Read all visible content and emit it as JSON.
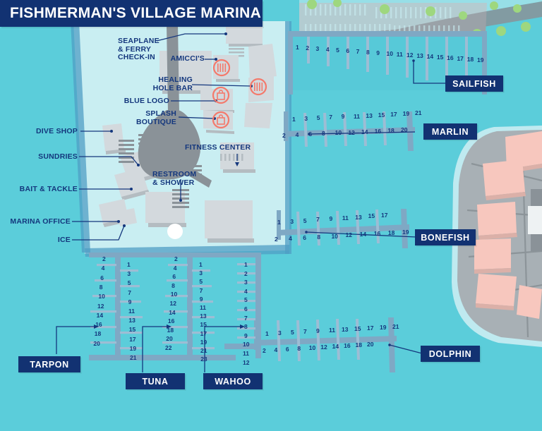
{
  "header": {
    "title": "FISHMERMAN'S VILLAGE MARINA"
  },
  "colors": {
    "navy": "#123272",
    "water": "#5bcdda",
    "basin": "#57c9d8",
    "land": "#c9eef2",
    "building": "#d3d9dd",
    "plaza": "#8c9499",
    "island": "#a8b0b5",
    "island_building": "#f7c7be",
    "icon_coral": "#f4796b",
    "label_text": "#14377d"
  },
  "poi_labels": [
    {
      "name": "seaplane-ferry-checkin",
      "text": "SEAPLANE\n& FERRY\nCHECK-IN"
    },
    {
      "name": "amiccis",
      "text": "AMICCI'S"
    },
    {
      "name": "healing-hole-bar",
      "text": "HEALING\nHOLE BAR"
    },
    {
      "name": "blue-logo",
      "text": "BLUE LOGO"
    },
    {
      "name": "splash-boutique",
      "text": "SPLASH\nBOUTIQUE"
    },
    {
      "name": "fitness-center",
      "text": "FITNESS CENTER"
    },
    {
      "name": "restroom-shower",
      "text": "RESTROOM\n& SHOWER"
    },
    {
      "name": "dive-shop",
      "text": "DIVE SHOP"
    },
    {
      "name": "sundries",
      "text": "SUNDRIES"
    },
    {
      "name": "bait-tackle",
      "text": "BAIT & TACKLE"
    },
    {
      "name": "marina-office",
      "text": "MARINA OFFICE"
    },
    {
      "name": "ice",
      "text": "ICE"
    }
  ],
  "poi": {
    "seaplane": "SEAPLANE",
    "ferry": "& FERRY",
    "checkin": "CHECK-IN",
    "amiccis": "AMICCI'S",
    "healing": "HEALING",
    "holebar": "HOLE BAR",
    "bluelogo": "BLUE LOGO",
    "splash": "SPLASH",
    "boutique": "BOUTIQUE",
    "fitness": "FITNESS CENTER",
    "restroom": "RESTROOM",
    "shower": "& SHOWER",
    "diveshop": "DIVE SHOP",
    "sundries": "SUNDRIES",
    "bait": "BAIT & TACKLE",
    "office": "MARINA OFFICE",
    "ice": "ICE"
  },
  "docks": [
    {
      "name": "sailfish",
      "label": "SAILFISH",
      "slips_top": [
        1,
        2,
        3,
        4,
        5,
        6,
        7,
        8,
        9,
        10,
        11,
        12,
        13,
        14,
        15,
        16,
        17,
        18,
        19
      ],
      "slips_bottom": []
    },
    {
      "name": "marlin",
      "label": "MARLIN",
      "slips_top": [
        1,
        3,
        5,
        7,
        9,
        11,
        13,
        15,
        17,
        19,
        21
      ],
      "slips_bottom": [
        2,
        4,
        6,
        8,
        10,
        12,
        14,
        16,
        18,
        20
      ]
    },
    {
      "name": "bonefish",
      "label": "BONEFISH",
      "slips_top": [
        1,
        3,
        5,
        7,
        9,
        11,
        13,
        15,
        17
      ],
      "slips_bottom": [
        2,
        4,
        6,
        8,
        10,
        12,
        14,
        16,
        18,
        19
      ]
    },
    {
      "name": "dolphin",
      "label": "DOLPHIN",
      "slips_top": [
        1,
        3,
        5,
        7,
        9,
        11,
        13,
        15,
        17,
        19,
        21
      ],
      "slips_bottom": [
        2,
        4,
        6,
        8,
        10,
        12,
        14,
        16,
        18,
        20
      ]
    },
    {
      "name": "tarpon",
      "label": "TARPON",
      "slips_left": [
        2,
        4,
        6,
        8,
        10,
        12,
        14,
        16,
        18,
        20
      ],
      "slips_right": [
        1,
        3,
        5,
        7,
        9,
        11,
        13,
        15,
        17,
        19,
        21
      ]
    },
    {
      "name": "tuna",
      "label": "TUNA",
      "slips_left": [
        2,
        4,
        6,
        8,
        10,
        12,
        14,
        16,
        18,
        20,
        22
      ],
      "slips_right": [
        1,
        3,
        5,
        7,
        9,
        11,
        13,
        15,
        17,
        19,
        21,
        23
      ]
    },
    {
      "name": "wahoo",
      "label": "WAHOO",
      "slips_right": [
        1,
        2,
        3,
        4,
        5,
        6,
        7,
        8,
        9,
        10,
        11,
        12
      ]
    }
  ],
  "dock_labels": {
    "sailfish": "SAILFISH",
    "marlin": "MARLIN",
    "bonefish": "BONEFISH",
    "dolphin": "DOLPHIN",
    "tarpon": "TARPON",
    "tuna": "TUNA",
    "wahoo": "WAHOO"
  },
  "icons": [
    {
      "name": "restaurant-icon-amiccis",
      "glyph": "restaurant"
    },
    {
      "name": "restaurant-icon-healing-hole-bar",
      "glyph": "restaurant"
    },
    {
      "name": "shopping-bag-icon-blue-logo",
      "glyph": "shopping-bag"
    },
    {
      "name": "shopping-bag-icon-splash-boutique",
      "glyph": "shopping-bag"
    }
  ]
}
